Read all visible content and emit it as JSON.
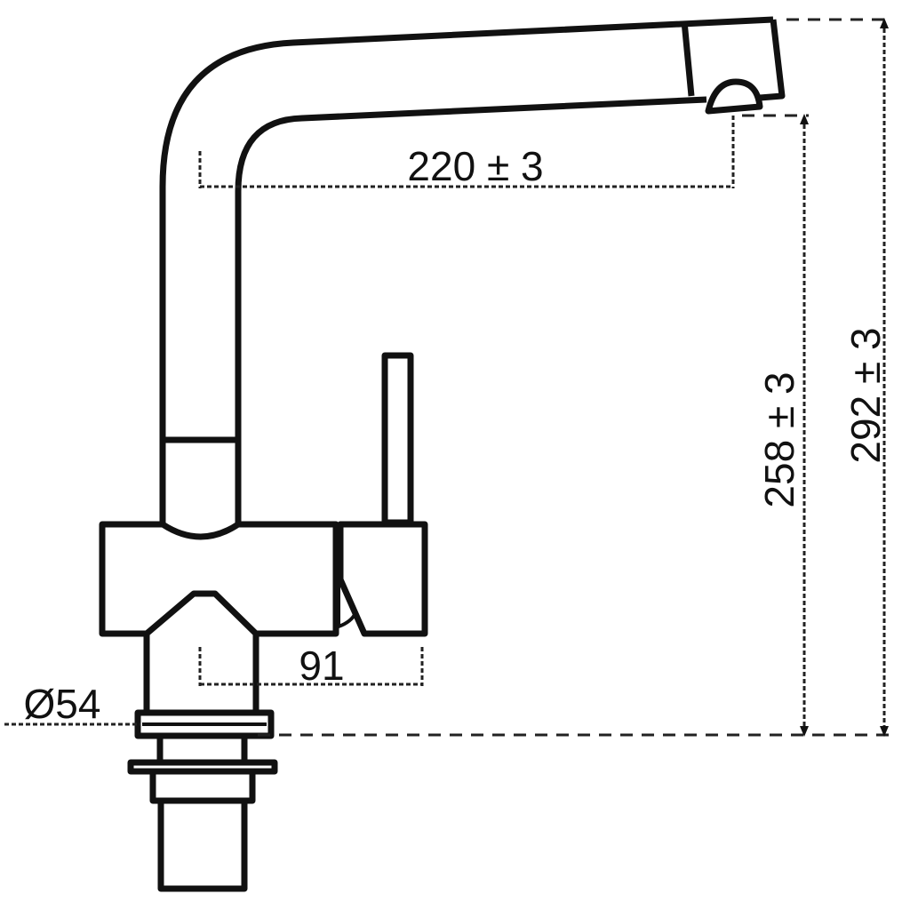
{
  "dimensions": {
    "spout_reach": "220 ± 3",
    "spout_height": "258 ± 3",
    "total_height": "292 ± 3",
    "lever_offset": "91",
    "base_diameter": "Ø54"
  },
  "colors": {
    "line": "#111111",
    "background": "#ffffff"
  }
}
